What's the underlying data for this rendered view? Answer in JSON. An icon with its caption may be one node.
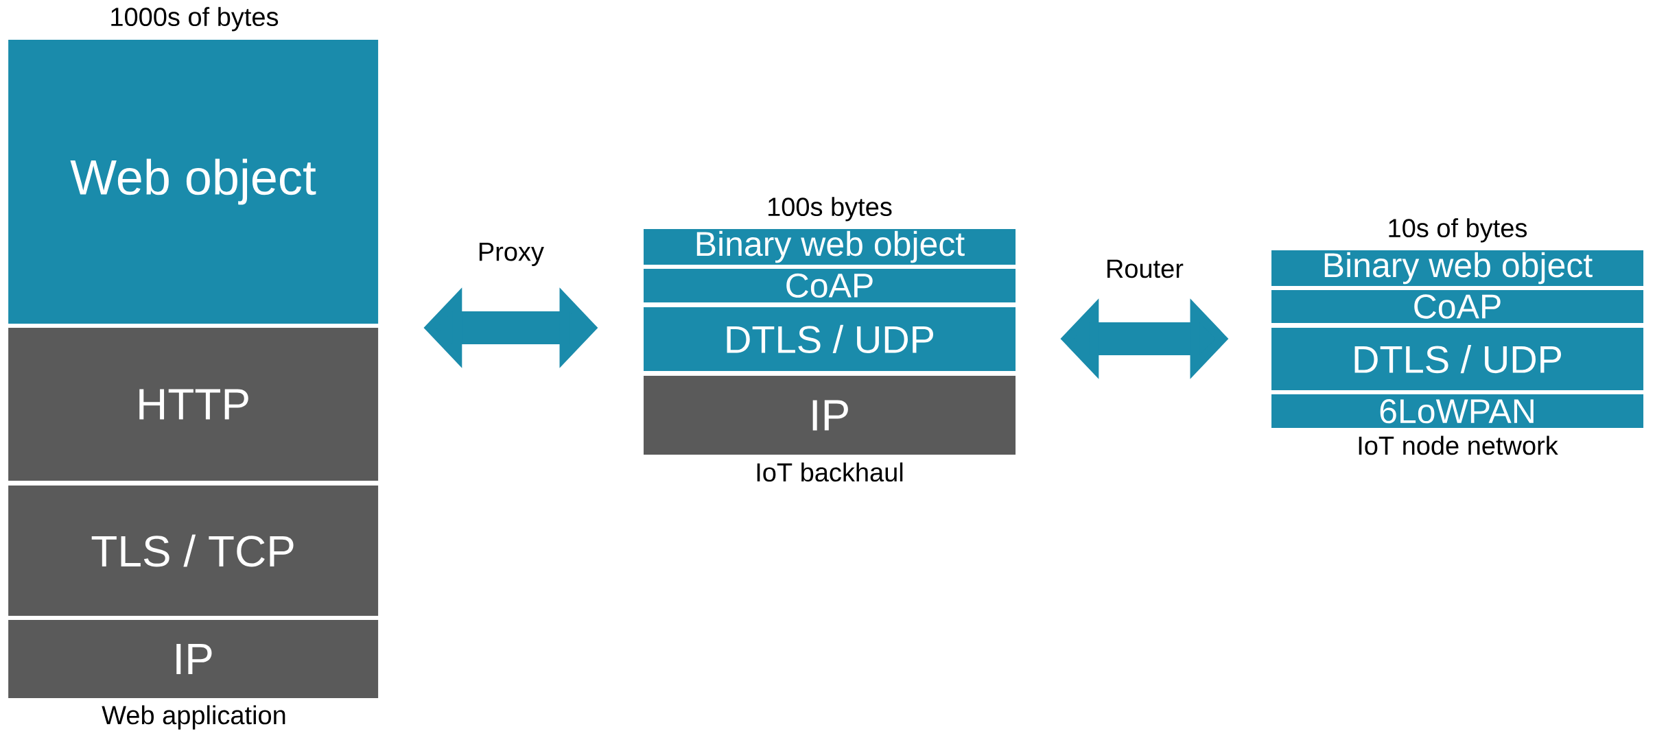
{
  "diagram": {
    "nodes": [
      {
        "text": [
          "1000s of bytes",
          "Web application"
        ]
      },
      {
        "text": [
          "Web object"
        ],
        "in": 0
      },
      {
        "text": [
          "HTTP"
        ],
        "in": 0
      },
      {
        "text": [
          "TLS / TCP"
        ],
        "in": 0
      },
      {
        "text": [
          "IP"
        ],
        "in": 0
      },
      {
        "text": [
          "100s bytes",
          "IoT backhaul"
        ]
      },
      {
        "text": [
          "Binary web object"
        ],
        "in": 5
      },
      {
        "text": [
          "CoAP"
        ],
        "in": 5
      },
      {
        "text": [
          "DTLS / UDP"
        ],
        "in": 5
      },
      {
        "text": [
          "IP"
        ],
        "in": 5
      },
      {
        "text": [
          "10s of bytes",
          "IoT node network"
        ]
      },
      {
        "text": [
          "Binary web object"
        ],
        "in": 10
      },
      {
        "text": [
          "CoAP"
        ],
        "in": 10
      },
      {
        "text": [
          "DTLS / UDP"
        ],
        "in": 10
      },
      {
        "text": [
          "6LoWPAN"
        ],
        "in": 10
      }
    ],
    "edges": [
      {
        "from": 0,
        "to": 5,
        "arrow": "both",
        "label": "Proxy"
      },
      {
        "from": 5,
        "to": 10,
        "arrow": "both",
        "label": "Router"
      }
    ]
  }
}
